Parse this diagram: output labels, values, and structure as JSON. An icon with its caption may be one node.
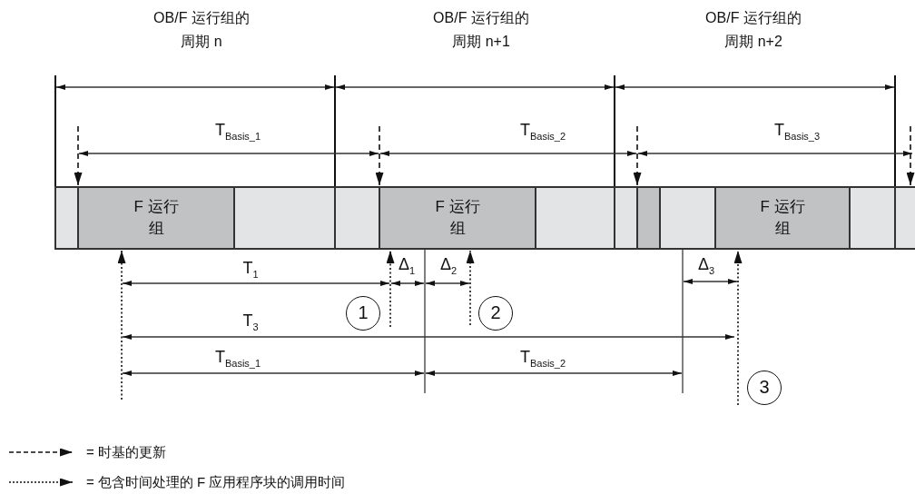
{
  "diagram": {
    "nodes": [
      {
        "text": [],
        "shape": "box"
      },
      {
        "text": [
          "F 运行组"
        ]
      },
      {
        "text": [],
        "shape": "box"
      },
      {
        "text": [],
        "shape": "box"
      },
      {
        "text": [
          "F 运行组"
        ]
      },
      {
        "text": [],
        "shape": "box"
      },
      {
        "text": [],
        "shape": "box"
      },
      {
        "text": [],
        "shape": "box"
      },
      {
        "text": [],
        "shape": "box"
      },
      {
        "text": [
          "F 运行组"
        ]
      },
      {
        "text": [],
        "shape": "box"
      },
      {
        "text": [],
        "shape": "box"
      }
    ],
    "edges": [
      {
        "from": null,
        "to": 1,
        "arrow": "to",
        "style": "dashed"
      },
      {
        "from": null,
        "to": 4,
        "arrow": "to",
        "style": "dashed"
      },
      {
        "from": null,
        "to": 7,
        "arrow": "to",
        "style": "dashed"
      },
      {
        "from": null,
        "to": 11,
        "arrow": "to",
        "style": "dashed"
      },
      {
        "from": null,
        "to": 1,
        "arrow": "to",
        "style": "dashed"
      },
      {
        "from": null,
        "to": 4,
        "arrow": "to",
        "style": "dashed"
      },
      {
        "from": null,
        "to": 4,
        "arrow": "to",
        "style": "dashed"
      },
      {
        "from": null,
        "to": 9,
        "arrow": "to",
        "style": "dashed"
      }
    ],
    "labels": [
      "OB/F 运行组的周期 n",
      "OB/F 运行组的周期 n+1",
      "OB/F 运行组的周期 n+2",
      "T$_{Basis_1}$",
      "T$_{Basis_2}$",
      "T$_{Basis_3}$",
      "T$_{1}$",
      "Δ$_{1}$",
      "Δ$_{2}$",
      "Δ$_{3}$",
      "1",
      "2",
      "T$_{3}$",
      "T$_{Basis_1}$",
      "T$_{Basis_2}$",
      "3"
    ],
    "legend": [
      {
        "text": "= 时基的更新"
      },
      {
        "text": "= 包含时间处理的 F 应用程序块的调用时间"
      }
    ]
  }
}
